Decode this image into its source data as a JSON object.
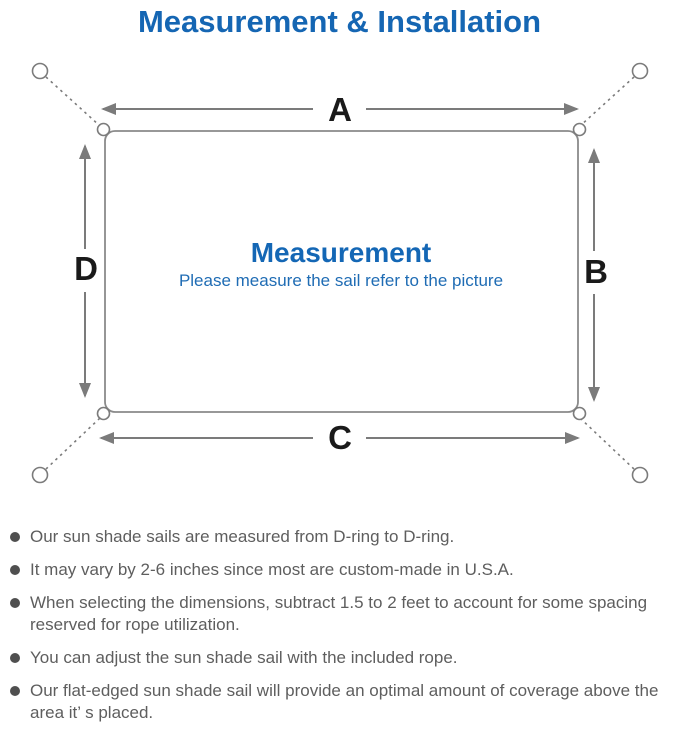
{
  "title": "Measurement & Installation",
  "colors": {
    "accent_blue": "#1566b3",
    "center_text_blue": "#1467b5",
    "line_gray": "#7b7b7b",
    "dimension_letter_black": "#1a1a1a",
    "note_text_gray": "#5e5e5e"
  },
  "diagram": {
    "dimension_labels": {
      "top": "A",
      "right": "B",
      "bottom": "C",
      "left": "D"
    },
    "center_title": "Measurement",
    "center_subtitle": "Please measure the sail refer to the picture"
  },
  "notes": {
    "items": [
      "Our sun shade sails are measured from D-ring to D-ring.",
      "It may vary by 2-6 inches since most are custom-made in U.S.A.",
      "When selecting the dimensions, subtract 1.5 to 2 feet to account for some spacing reserved for rope utilization.",
      "You can adjust the sun shade sail with the included rope.",
      "Our flat-edged sun shade sail will provide an optimal amount of coverage above the area it’ s placed."
    ]
  }
}
